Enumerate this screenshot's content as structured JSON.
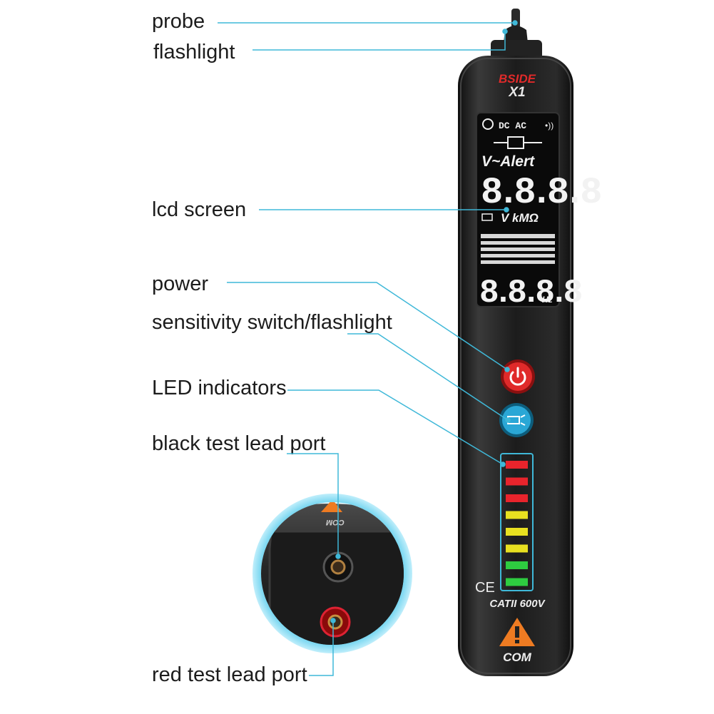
{
  "labels": {
    "probe": "probe",
    "flashlight": "flashlight",
    "lcd_screen": "lcd screen",
    "power": "power",
    "sensitivity": "sensitivity switch/flashlight",
    "led_indicators": "LED indicators",
    "black_port": "black test lead port",
    "red_port": "red test lead port"
  },
  "device": {
    "brand": "BSIDE",
    "model": "X1",
    "rating": "CATII 600V",
    "ce_mark": "CE",
    "com_label": "COM",
    "zoom_com_label": "COM",
    "lcd": {
      "icons": "DC AC",
      "alert": "V~Alert",
      "main_digits": "8.8.8.8",
      "units": "V kMΩ",
      "freq_digits": "8.8.8.8",
      "freq_unit": "Hz"
    }
  },
  "led_colors": [
    "#e8242c",
    "#e8242c",
    "#e8242c",
    "#e8e020",
    "#e8e020",
    "#e8e020",
    "#2ecc40",
    "#2ecc40"
  ],
  "colors": {
    "leader_line": "#3fb8d8",
    "pen_body": "#1a1a1a",
    "power_button": "#e02a2a",
    "function_button": "#2aa7d6",
    "brand_red": "#e02a2a"
  }
}
